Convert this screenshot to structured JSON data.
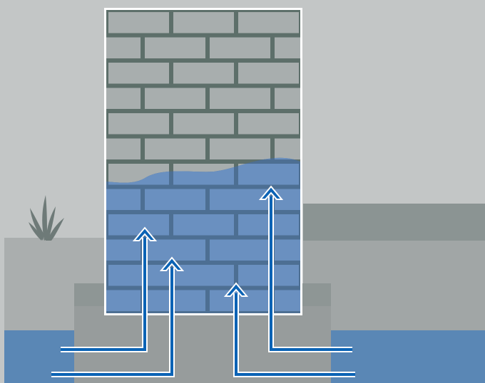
{
  "diagram": {
    "subject": "rising-damp-in-brick-wall",
    "colors": {
      "sky": "#c3c6c6",
      "ground-left": "#aaaeae",
      "ground-right": "#a1a6a6",
      "ground-band-right": "#8b9493",
      "footing": "#8e9695",
      "footing-slab": "#9ea3a3",
      "mortar": "#5d6f6a",
      "brick-dry": "#a8aeae",
      "brick-wet": "#6a90c0",
      "wall-outline": "#ffffff",
      "groundwater": "#5a87b5",
      "arrow-fill": "#0b63b5",
      "arrow-outline": "#ffffff",
      "grass": "#6e7a78"
    },
    "icons": [
      "grass-tuft-icon",
      "moisture-arrow-icon"
    ],
    "wet_fraction_of_wall_height": 0.5,
    "moisture_arrow_count": 4
  }
}
